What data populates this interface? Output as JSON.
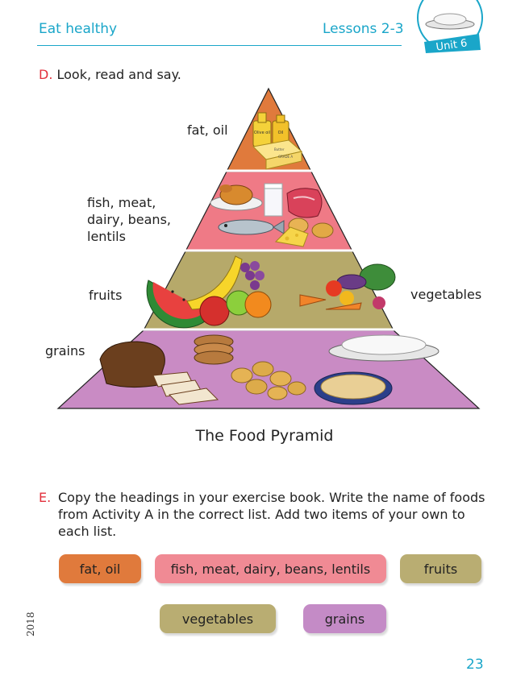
{
  "header": {
    "title": "Eat healthy",
    "lessons": "Lessons 2-3",
    "unit": "Unit 6"
  },
  "activity_d": {
    "letter": "D.",
    "text": "Look, read and say."
  },
  "pyramid": {
    "title": "The Food Pyramid",
    "levels": [
      {
        "label": "fat, oil",
        "color": "#e07a3c"
      },
      {
        "label": "fish, meat, dairy, beans, lentils",
        "color": "#ef7a86"
      },
      {
        "label": "fruits",
        "color": "#b6a96a"
      },
      {
        "label": "grains",
        "color": "#c98bc4"
      }
    ],
    "label_lines": {
      "fish": [
        "fish, meat,",
        "dairy, beans,",
        "lentils"
      ]
    },
    "vegetables_label": "vegetables",
    "tiny_labels": {
      "olive": "Olive oil",
      "oil": "Oil",
      "butter": "Butter",
      "grade": "GRADE A"
    }
  },
  "activity_e": {
    "letter": "E.",
    "text": "Copy the headings in your exercise book. Write the name of foods from Activity A in the correct list. Add two items of your own to each list."
  },
  "tags": [
    {
      "label": "fat, oil",
      "color": "#e07a3c"
    },
    {
      "label": "fish, meat, dairy, beans, lentils",
      "color": "#f08a94"
    },
    {
      "label": "fruits",
      "color": "#b9ad72"
    },
    {
      "label": "vegetables",
      "color": "#b9ad72"
    },
    {
      "label": "grains",
      "color": "#c48bc6"
    }
  ],
  "footer": {
    "year": "2018",
    "page": "23"
  },
  "colors": {
    "accent": "#1aa6c9",
    "letter": "#e2313d"
  }
}
